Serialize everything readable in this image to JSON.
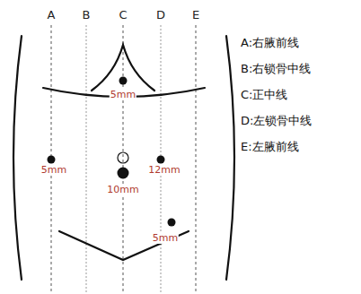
{
  "diagram": {
    "labels": [
      "A",
      "B",
      "C",
      "D",
      "E",
      "5mm",
      "5mm",
      "12mm",
      "10mm",
      "5mm",
      "A:右腋前线",
      "B:右锁骨中线",
      "C:正中线",
      "D:左锁骨中线",
      "E:左腋前线"
    ]
  }
}
